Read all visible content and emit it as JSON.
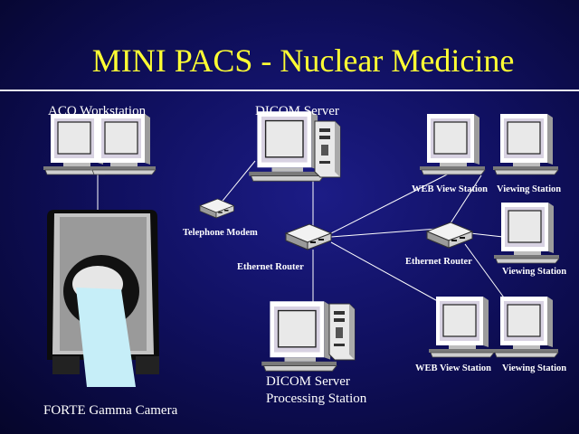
{
  "title": "MINI PACS - Nuclear Medicine",
  "labels": {
    "acq_workstation": "ACQ Workstation",
    "dicom_server": "DICOM Server",
    "web_view_station_top": "WEB View Station",
    "viewing_station_top": "Viewing Station",
    "telephone_modem": "Telephone Modem",
    "ethernet_router_left": "Ethernet Router",
    "ethernet_router_right": "Ethernet Router",
    "viewing_station_mid": "Viewing Station",
    "dicom_server_processing_line1": "DICOM Server",
    "dicom_server_processing_line2": "Processing Station",
    "web_view_station_bottom": "WEB View Station",
    "viewing_station_bottom": "Viewing Station",
    "forte_gamma_camera": "FORTE Gamma Camera"
  },
  "colors": {
    "title": "#ffff33",
    "line": "#ffffff",
    "device_body": "#d4d4d4",
    "monitor_panel": "#e6e0ef",
    "screen": "#e8e8e8",
    "beam": "#c6eef8"
  }
}
